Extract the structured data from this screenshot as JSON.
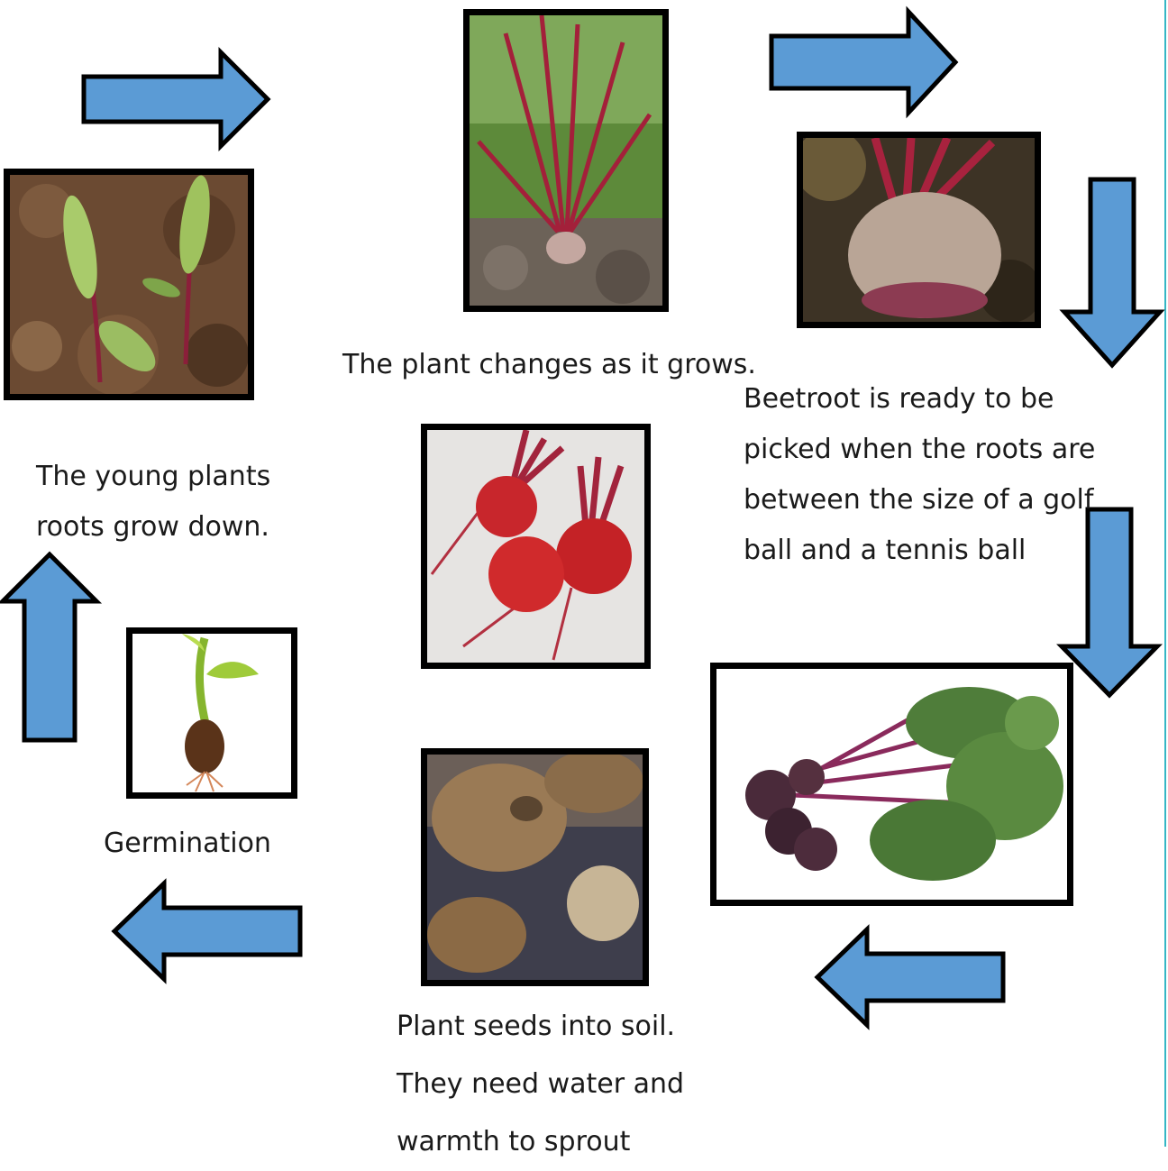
{
  "captions": {
    "young_plants": [
      "The young plants",
      "roots grow down."
    ],
    "plant_changes": "The plant changes as it grows.",
    "ready": [
      "Beetroot is ready to be",
      "picked when the roots are",
      "between the size of a golf",
      "ball and a tennis ball"
    ],
    "germination": "Germination",
    "seeds": [
      "Plant seeds into soil.",
      "They need water and",
      "warmth to sprout"
    ]
  },
  "photos": [
    "seedlings-photo",
    "growing-beetroot-photo",
    "mature-beetroot-photo",
    "beetroots-photo",
    "germinating-seed-icon",
    "beetroot-seeds-photo",
    "harvested-beetroot-bunch-photo"
  ],
  "colors": {
    "arrow_fill": "#5b9bd5",
    "photo_border": "#000000",
    "page_edge": "#35b6c5"
  }
}
